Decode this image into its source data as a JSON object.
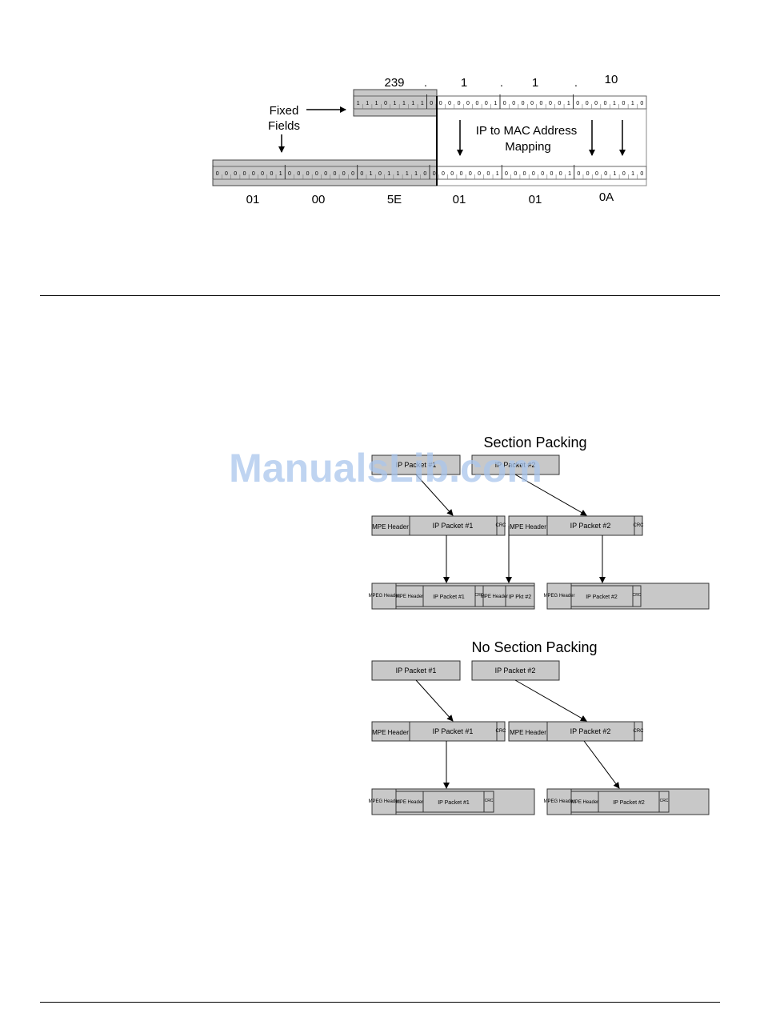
{
  "mapping": {
    "ip_octets": [
      "239",
      "1",
      "1",
      "10"
    ],
    "ip_dots": [
      ".",
      ".",
      "."
    ],
    "ip_bits": [
      [
        "1",
        "1",
        "1",
        "0",
        "1",
        "1",
        "1",
        "1"
      ],
      [
        "0",
        "0",
        "0",
        "0",
        "0",
        "0",
        "0",
        "1"
      ],
      [
        "0",
        "0",
        "0",
        "0",
        "0",
        "0",
        "0",
        "1"
      ],
      [
        "0",
        "0",
        "0",
        "0",
        "1",
        "0",
        "1",
        "0"
      ]
    ],
    "mac_bits": [
      [
        "0",
        "0",
        "0",
        "0",
        "0",
        "0",
        "0",
        "1"
      ],
      [
        "0",
        "0",
        "0",
        "0",
        "0",
        "0",
        "0",
        "0"
      ],
      [
        "0",
        "1",
        "0",
        "1",
        "1",
        "1",
        "1",
        "0"
      ],
      [
        "0",
        "0",
        "0",
        "0",
        "0",
        "0",
        "0",
        "1"
      ],
      [
        "0",
        "0",
        "0",
        "0",
        "0",
        "0",
        "0",
        "1"
      ],
      [
        "0",
        "0",
        "0",
        "0",
        "1",
        "0",
        "1",
        "0"
      ]
    ],
    "mac_bytes": [
      "01",
      "00",
      "5E",
      "01",
      "01",
      "0A"
    ],
    "fixed_label_line1": "Fixed",
    "fixed_label_line2": "Fields",
    "mapping_label_line1": "IP to MAC Address",
    "mapping_label_line2": "Mapping"
  },
  "watermark": "ManualsLib.com",
  "section_packing": {
    "title": "Section Packing",
    "ip_packet_1": "IP Packet #1",
    "ip_packet_2": "IP Packet #2",
    "mpe_header": "MPE Header",
    "mpe_ip_1": "IP Packet #1",
    "mpe_ip_2": "IP Packet #2",
    "crc": "CRC",
    "mpeg_header": "MPEG Header",
    "ts_ip_1": "IP Packet #1",
    "ts_ip_2_partial": "IP Pkt #2",
    "ts_ip_2": "IP Packet #2"
  },
  "no_section_packing": {
    "title": "No Section Packing",
    "ip_packet_1": "IP Packet #1",
    "ip_packet_2": "IP Packet #2",
    "mpe_header": "MPE Header",
    "mpe_ip_1": "IP Packet #1",
    "mpe_ip_2": "IP Packet #2",
    "crc": "CRC",
    "mpeg_header": "MPEG Header",
    "ts_ip_1": "IP Packet #1",
    "ts_ip_2": "IP Packet #2"
  }
}
